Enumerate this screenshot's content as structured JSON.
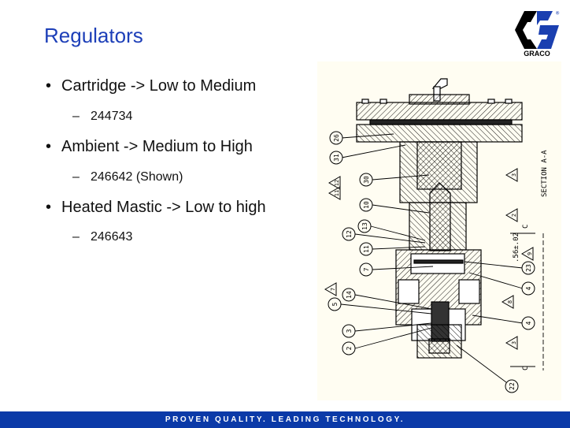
{
  "slide": {
    "title": "Regulators",
    "bullets": [
      {
        "text": "Cartridge -> Low to Medium",
        "sub": "244734"
      },
      {
        "text": "Ambient -> Medium to High",
        "sub": "246642 (Shown)"
      },
      {
        "text": "Heated Mastic -> Low to high",
        "sub": "246643"
      }
    ],
    "bullet_glyph": "•",
    "dash_glyph": "–"
  },
  "logo": {
    "text": "GRACO",
    "mark": "®"
  },
  "drawing": {
    "section_label": "SECTION  A-A",
    "dimension": ".56±.02",
    "cut_marker": "C",
    "balloons": [
      "26",
      "31",
      "30",
      "10",
      "13",
      "12",
      "11",
      "7",
      "14",
      "5",
      "3",
      "2",
      "22",
      "23",
      "4",
      "4"
    ],
    "triangles": [
      "3",
      "2",
      "9",
      "8",
      "3",
      "7",
      "11",
      "12"
    ]
  },
  "footer": {
    "tagline": "PROVEN QUALITY. LEADING TECHNOLOGY."
  },
  "colors": {
    "title": "#1d3fb8",
    "footer": "#0b3aa8",
    "logo_blue": "#1a3fb0"
  }
}
